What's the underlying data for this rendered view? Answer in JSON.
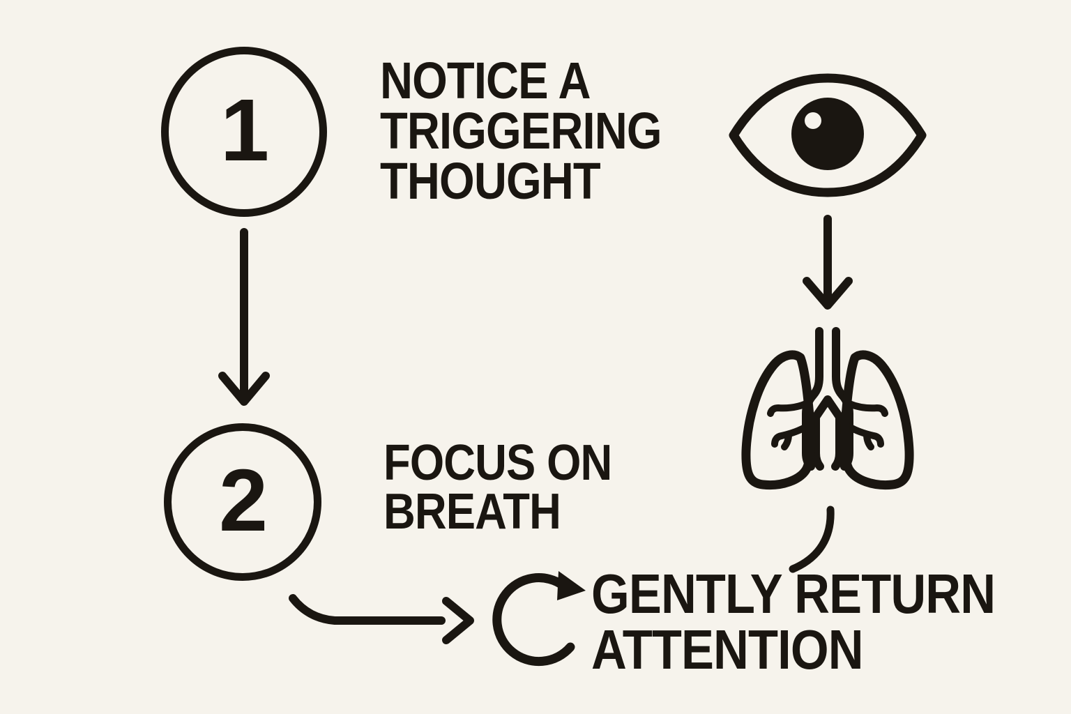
{
  "palette": {
    "background": "#f6f3ec",
    "ink": "#1a1611"
  },
  "steps": [
    {
      "number": "1",
      "label": "NOTICE A\nTRIGGERING\nTHOUGHT"
    },
    {
      "number": "2",
      "label": "FOCUS ON\nBREATH"
    }
  ],
  "loop": {
    "label": "GENTLY RETURN\nATTENTION"
  },
  "icons": {
    "observe": "eye-icon",
    "breathe": "lungs-icon",
    "repeat": "loop-arrow-icon"
  }
}
